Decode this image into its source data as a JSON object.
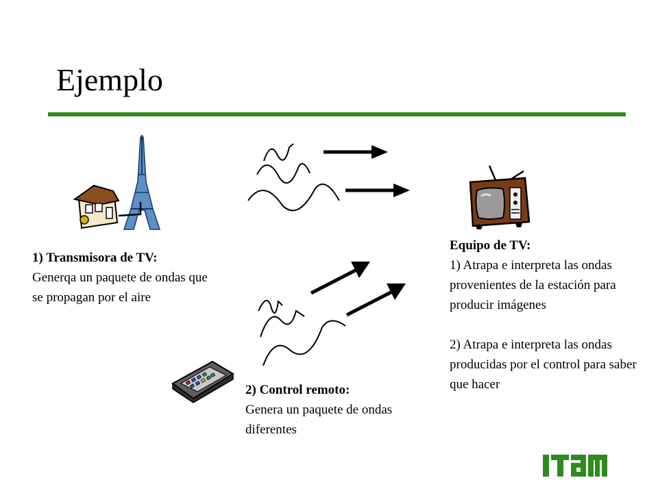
{
  "slide": {
    "title": "Ejemplo",
    "rule_color": "#2e8b1e"
  },
  "transmitter": {
    "heading": "1) Transmisora de TV:",
    "body": "Generqa un paquete de ondas que se propagan por el aire",
    "icon": "house-with-tower-icon"
  },
  "remote": {
    "heading": "2) Control remoto:",
    "body": "Genera un paquete de ondas diferentes",
    "icon": "remote-control-icon"
  },
  "tv": {
    "heading": "Equipo de TV:",
    "point1": "1) Atrapa e interpreta las ondas provenientes de la estación para producir imágenes",
    "point2": "2) Atrapa e interpreta las ondas producidas por el control para saber que hacer",
    "icon": "television-icon"
  },
  "logo": {
    "text": "ITAM",
    "color": "#2e8b1e"
  }
}
